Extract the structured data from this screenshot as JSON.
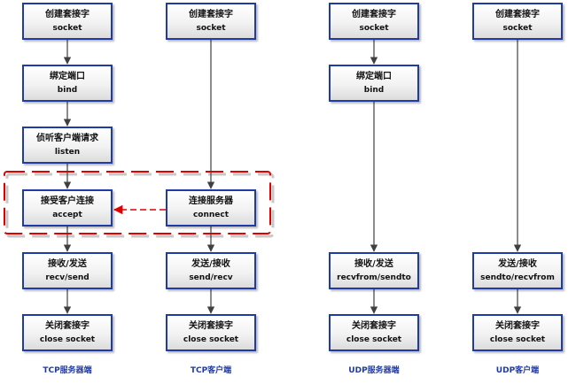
{
  "columns": [
    {
      "title": "TCP服务器端",
      "steps": [
        {
          "line1": "创建套接字",
          "line2": "socket"
        },
        {
          "line1": "绑定端口",
          "line2": "bind"
        },
        {
          "line1": "侦听客户端请求",
          "line2": "listen"
        },
        {
          "line1": "接受客户连接",
          "line2": "accept"
        },
        {
          "line1": "接收/发送",
          "line2": "recv/send"
        },
        {
          "line1": "关闭套接字",
          "line2": "close socket"
        }
      ]
    },
    {
      "title": "TCP客户端",
      "steps": [
        {
          "line1": "创建套接字",
          "line2": "socket"
        },
        {
          "line1": "连接服务器",
          "line2": "connect"
        },
        {
          "line1": "发送/接收",
          "line2": "send/recv"
        },
        {
          "line1": "关闭套接字",
          "line2": "close socket"
        }
      ]
    },
    {
      "title": "UDP服务器端",
      "steps": [
        {
          "line1": "创建套接字",
          "line2": "socket"
        },
        {
          "line1": "绑定端口",
          "line2": "bind"
        },
        {
          "line1": "接收/发送",
          "line2": "recvfrom/sendto"
        },
        {
          "line1": "关闭套接字",
          "line2": "close socket"
        }
      ]
    },
    {
      "title": "UDP客户端",
      "steps": [
        {
          "line1": "创建套接字",
          "line2": "socket"
        },
        {
          "line1": "发送/接收",
          "line2": "sendto/recvfrom"
        },
        {
          "line1": "关闭套接字",
          "line2": "close socket"
        }
      ]
    }
  ],
  "colors": {
    "box_border": "#1f3ba8",
    "arrow": "#404040",
    "highlight": "#e00000",
    "title": "#1f3ba8"
  }
}
